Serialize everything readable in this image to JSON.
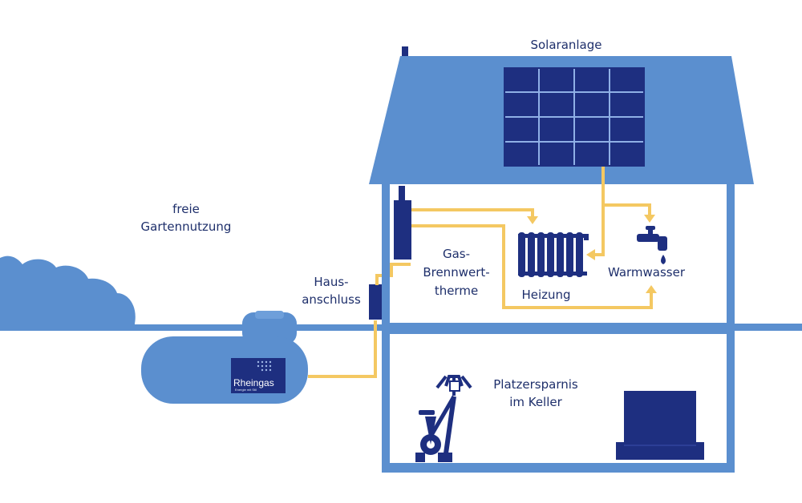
{
  "colors": {
    "house_blue": "#5b8fcf",
    "dark_navy": "#1e2f80",
    "pipe_yellow": "#f4c862",
    "text": "#1e2f6b",
    "floor_tint": "#ffffff"
  },
  "labels": {
    "solar": "Solaranlage",
    "garden_line1": "freie",
    "garden_line2": "Gartennutzung",
    "connection_line1": "Haus-",
    "connection_line2": "anschluss",
    "boiler_line1": "Gas-",
    "boiler_line2": "Brennwert-",
    "boiler_line3": "therme",
    "heating": "Heizung",
    "hot_water": "Warmwasser",
    "cellar_line1": "Platzersparnis",
    "cellar_line2": "im Keller"
  },
  "tank_logo": {
    "brand": "Rheingas",
    "tagline": "Energie mit Stil"
  },
  "icons": [
    "solar-panel-icon",
    "radiator-icon",
    "water-tap-icon",
    "exercise-bike-icon",
    "gas-tank-icon",
    "boiler-icon",
    "chimney-icon",
    "cloud-bush-icon"
  ]
}
